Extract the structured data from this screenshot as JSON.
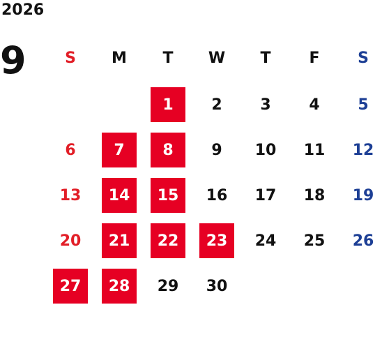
{
  "calendar": {
    "year": "2026",
    "month": "9",
    "weekdays": [
      "S",
      "M",
      "T",
      "W",
      "T",
      "F",
      "S"
    ],
    "colors": {
      "sunday": "#e21e27",
      "saturday": "#1d3f95",
      "holiday_bg": "#e60023",
      "holiday_text": "#ffffff",
      "default_text": "#111111"
    },
    "weeks": [
      [
        null,
        null,
        {
          "d": "1",
          "h": true
        },
        {
          "d": "2"
        },
        {
          "d": "3"
        },
        {
          "d": "4"
        },
        {
          "d": "5"
        }
      ],
      [
        {
          "d": "6"
        },
        {
          "d": "7",
          "h": true
        },
        {
          "d": "8",
          "h": true
        },
        {
          "d": "9"
        },
        {
          "d": "10"
        },
        {
          "d": "11"
        },
        {
          "d": "12"
        }
      ],
      [
        {
          "d": "13"
        },
        {
          "d": "14",
          "h": true
        },
        {
          "d": "15",
          "h": true
        },
        {
          "d": "16"
        },
        {
          "d": "17"
        },
        {
          "d": "18"
        },
        {
          "d": "19"
        }
      ],
      [
        {
          "d": "20"
        },
        {
          "d": "21",
          "h": true
        },
        {
          "d": "22",
          "h": true
        },
        {
          "d": "23",
          "h": true
        },
        {
          "d": "24"
        },
        {
          "d": "25"
        },
        {
          "d": "26"
        }
      ],
      [
        {
          "d": "27",
          "h": true
        },
        {
          "d": "28",
          "h": true
        },
        {
          "d": "29"
        },
        {
          "d": "30"
        },
        null,
        null,
        null
      ]
    ]
  }
}
